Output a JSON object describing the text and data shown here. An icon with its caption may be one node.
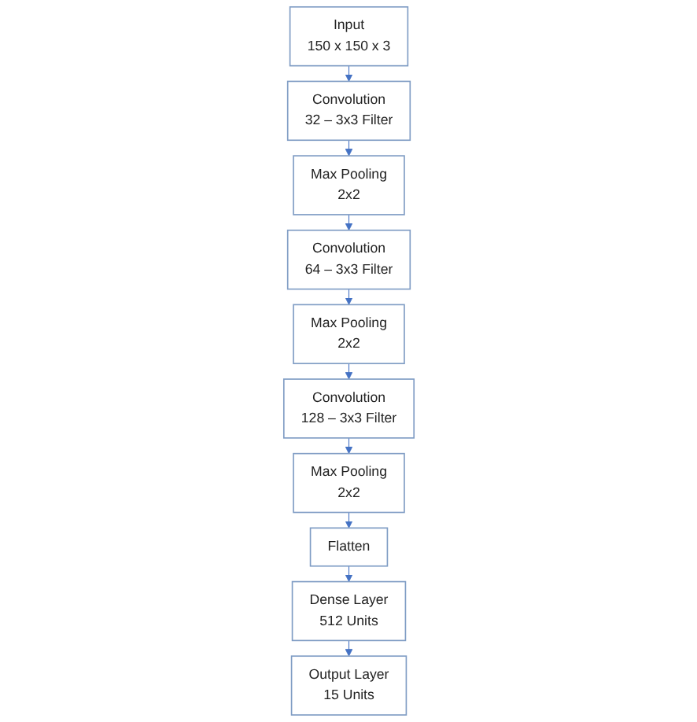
{
  "diagram": {
    "nodes": [
      {
        "text": [
          "Input",
          "150 x 150 x 3"
        ]
      },
      {
        "text": [
          "Convolution",
          "32 – 3x3 Filter"
        ]
      },
      {
        "text": [
          "Max Pooling",
          "2x2"
        ]
      },
      {
        "text": [
          "Convolution",
          "64 – 3x3 Filter"
        ]
      },
      {
        "text": [
          "Max Pooling",
          "2x2"
        ]
      },
      {
        "text": [
          "Convolution",
          "128 – 3x3 Filter"
        ]
      },
      {
        "text": [
          "Max Pooling",
          "2x2"
        ]
      },
      {
        "text": [
          "Flatten"
        ]
      },
      {
        "text": [
          "Dense Layer",
          "512 Units"
        ]
      },
      {
        "text": [
          "Output Layer",
          "15 Units"
        ]
      }
    ],
    "edges": [
      {
        "from": 0,
        "to": 1,
        "arrow": "to"
      },
      {
        "from": 1,
        "to": 2,
        "arrow": "to"
      },
      {
        "from": 2,
        "to": 3,
        "arrow": "to"
      },
      {
        "from": 3,
        "to": 4,
        "arrow": "to"
      },
      {
        "from": 4,
        "to": 5,
        "arrow": "to"
      },
      {
        "from": 5,
        "to": 6,
        "arrow": "to"
      },
      {
        "from": 6,
        "to": 7,
        "arrow": "to"
      },
      {
        "from": 7,
        "to": 8,
        "arrow": "to"
      },
      {
        "from": 8,
        "to": 9,
        "arrow": "to"
      }
    ]
  }
}
